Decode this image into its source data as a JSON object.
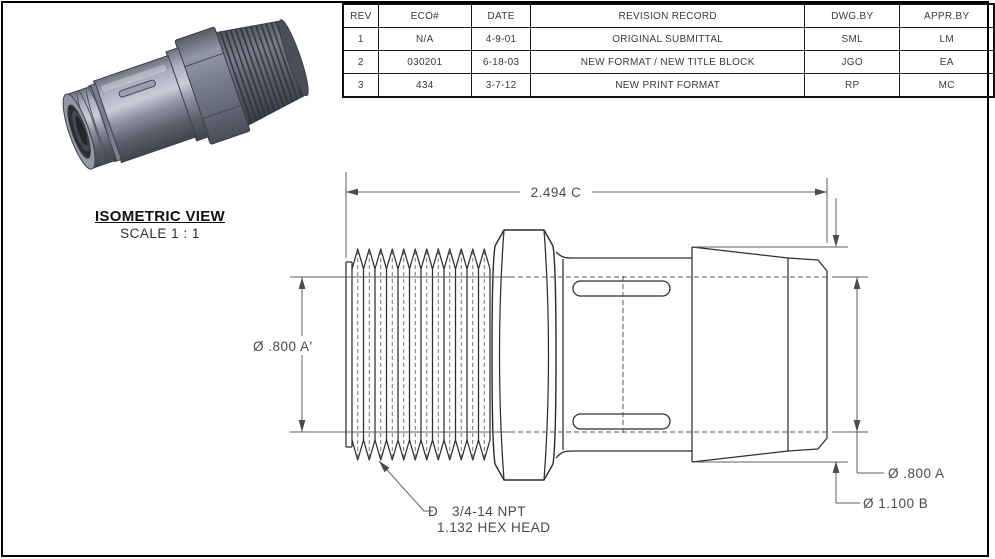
{
  "revision_table": {
    "headers": [
      "REV",
      "ECO#",
      "DATE",
      "REVISION RECORD",
      "DWG.BY",
      "APPR.BY"
    ],
    "rows": [
      [
        "1",
        "N/A",
        "4-9-01",
        "ORIGINAL SUBMITTAL",
        "SML",
        "LM"
      ],
      [
        "2",
        "030201",
        "6-18-03",
        "NEW FORMAT / NEW TITLE BLOCK",
        "JGO",
        "EA"
      ],
      [
        "3",
        "434",
        "3-7-12",
        "NEW PRINT FORMAT",
        "RP",
        "MC"
      ]
    ]
  },
  "isometric": {
    "title": "ISOMETRIC VIEW",
    "scale": "SCALE 1 : 1"
  },
  "dimensions": {
    "overall_length": "2.494 C",
    "thread_pitch_dia": "Ø .800 A'",
    "bore_dia": "Ø .800 A",
    "barb_outer_dia": "Ø 1.100 B",
    "thread_note_ref": "D",
    "thread_note_spec": "3/4-14 NPT",
    "thread_note_hex": "1.132 HEX HEAD"
  }
}
